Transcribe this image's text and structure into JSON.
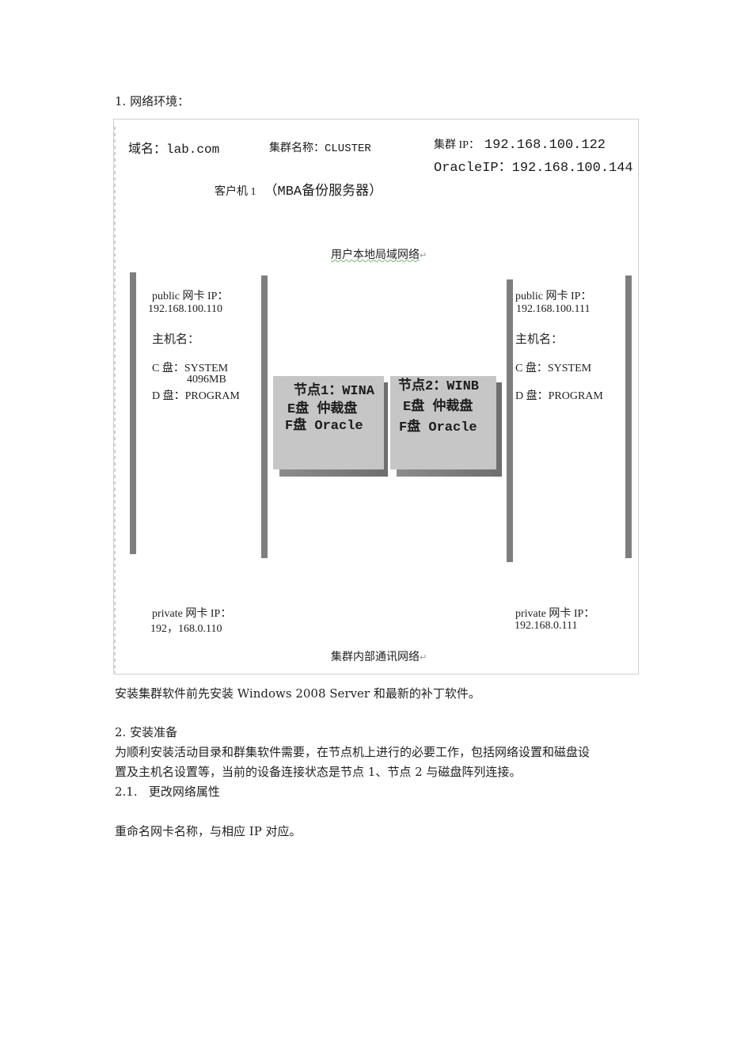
{
  "section1": {
    "heading": "1.  网络环境："
  },
  "diagram": {
    "domain": "域名：lab.com",
    "cluster_name": "集群名称：CLUSTER",
    "cluster_ip_label": "集群 IP：",
    "cluster_ip": "192.168.100.122",
    "oracle_ip": "OracleIP：192.168.100.144",
    "client_label": "客户机 1",
    "client_desc": "（MBA备份服务器）",
    "lan_label": "用户本地局域网络",
    "internal_label": "集群内部通讯网络",
    "return_mark": "↵",
    "node_left": {
      "public_label": "public 网卡 IP：",
      "public_ip": "192.168.100.110",
      "hostname_label": "主机名：",
      "c_drive": "C 盘：SYSTEM",
      "c_size": "4096MB",
      "d_drive": "D 盘：PROGRAM",
      "private_label": "private 网卡 IP：",
      "private_ip": "192，168.0.110"
    },
    "node_right": {
      "public_label": "public 网卡 IP：",
      "public_ip": "192.168.100.111",
      "hostname_label": "主机名：",
      "c_drive": "C 盘：SYSTEM",
      "d_drive": "D 盘：PROGRAM",
      "private_label": "private 网卡 IP：",
      "private_ip": "192.168.0.111"
    },
    "storage_box_1": {
      "title": "节点1：WINA",
      "line1": "E盘 仲裁盘",
      "line2": "F盘 Oracle"
    },
    "storage_box_2": {
      "title": "节点2：WINB",
      "line1": "E盘 仲裁盘",
      "line2": "F盘 Oracle"
    }
  },
  "para_install": "安装集群软件前先安装 Windows 2008 Server 和最新的补丁软件。",
  "section2": {
    "heading": "2.  安装准备",
    "body_line1": "为顺利安装活动目录和群集软件需要，在节点机上进行的必要工作，包括网络设置和磁盘设",
    "body_line2": "置及主机名设置等，当前的设备连接状态是节点 1、节点 2 与磁盘阵列连接。",
    "sub_heading": "2.1.   更改网络属性",
    "sub_body": "重命名网卡名称，与相应 IP 对应。"
  }
}
